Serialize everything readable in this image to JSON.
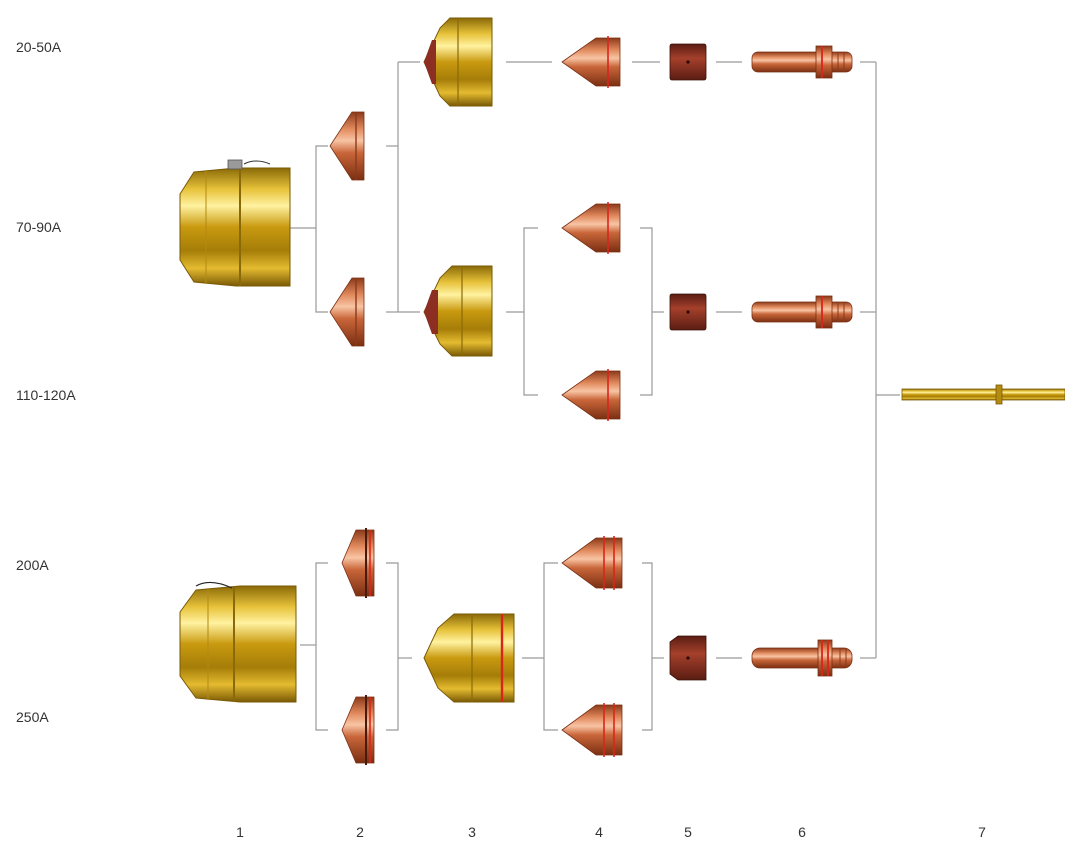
{
  "amperage_labels": [
    "20-50A",
    "70-90A",
    "110-120A",
    "200A",
    "250A"
  ],
  "column_numbers": [
    "1",
    "2",
    "3",
    "4",
    "5",
    "6",
    "7"
  ],
  "colors": {
    "brass": "#d4a514",
    "brass_dark": "#8a6a08",
    "copper": "#c9663a",
    "copper_light": "#eaa07a",
    "insulator": "#8c2f22",
    "o_ring": "#d8261c",
    "line": "#9a9a9a",
    "label": "#333333"
  },
  "parts": {
    "col1": "retaining-cap",
    "col2": "shield",
    "col3": "nozzle-retaining-cap",
    "col4": "nozzle",
    "col5": "swirl-ring",
    "col6": "electrode",
    "col7": "torch-tube"
  }
}
